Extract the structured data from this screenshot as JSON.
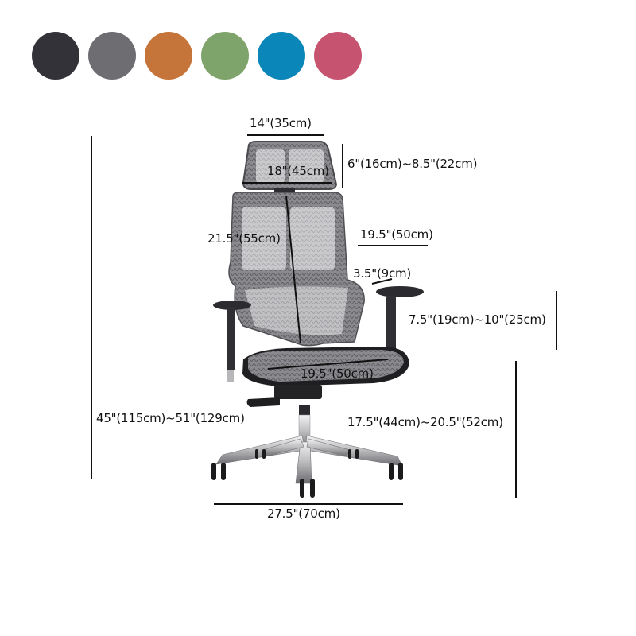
{
  "color_options": [
    {
      "name": "black",
      "hex": "#323238"
    },
    {
      "name": "gray",
      "hex": "#6e6d72"
    },
    {
      "name": "orange",
      "hex": "#c6753a"
    },
    {
      "name": "green",
      "hex": "#7ea46b"
    },
    {
      "name": "blue",
      "hex": "#0b86b8"
    },
    {
      "name": "pink",
      "hex": "#c6536f"
    }
  ],
  "dimensions": {
    "headrest_width": "14\"(35cm)",
    "headrest_height": "6\"(16cm)~8.5\"(22cm)",
    "backrest_width": "18\"(45cm)",
    "backrest_height": "21.5\"(55cm)",
    "armrest_span": "19.5\"(50cm)",
    "armrest_pad": "3.5\"(9cm)",
    "armrest_height": "7.5\"(19cm)~10\"(25cm)",
    "seat_width": "19.5\"(50cm)",
    "total_height": "45\"(115cm)~51\"(129cm)",
    "seat_height": "17.5\"(44cm)~20.5\"(52cm)",
    "base_width": "27.5\"(70cm)"
  }
}
